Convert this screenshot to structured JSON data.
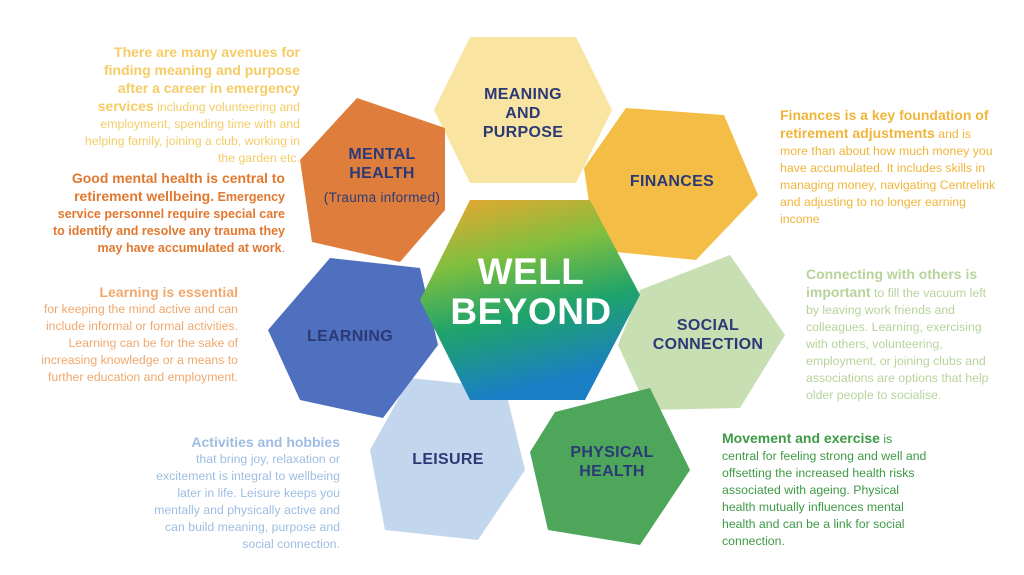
{
  "center": {
    "line1": "WELL",
    "line2": "BEYOND"
  },
  "petals": {
    "meaning": {
      "line1": "MEANING",
      "line2": "AND",
      "line3": "PURPOSE",
      "color": "#f9e4a2"
    },
    "finances": {
      "line1": "FINANCES",
      "color": "#f4bd46"
    },
    "social": {
      "line1": "SOCIAL",
      "line2": "CONNECTION",
      "color": "#c8deb3"
    },
    "physical": {
      "line1": "PHYSICAL",
      "line2": "HEALTH",
      "color": "#4ea65a"
    },
    "leisure": {
      "line1": "LEISURE",
      "color": "#c2d6ed"
    },
    "learning": {
      "line1": "LEARNING",
      "color": "#4f6fbf"
    },
    "mental": {
      "line1": "MENTAL",
      "line2": "HEALTH",
      "sub": "(Trauma informed)",
      "color": "#df7e3c"
    }
  },
  "descriptions": {
    "meaning": {
      "bold": "There are many avenues for finding meaning and purpose after a career in emergency services",
      "rest": " including volunteering and employment, spending time with and helping family, joining a club, working in the garden etc.",
      "color": "#f5cc66"
    },
    "mental": {
      "bold": "Good mental health is central to retirement wellbeing.",
      "bold2": " Emergency service personnel require special care to identify and resolve any trauma they may have accumulated at work",
      "rest": ".",
      "color": "#e2782f"
    },
    "learning": {
      "bold": "Learning is essential",
      "rest": "for keeping the mind active and can include informal or formal activities. Learning can be for the sake of increasing knowledge or a means to further education and employment.",
      "color": "#f0a86c"
    },
    "leisure": {
      "bold": "Activities and hobbies",
      "rest": "that bring joy, relaxation or excitement is integral to wellbeing later in life. Leisure keeps you mentally and physically active and can build meaning, purpose and social connection.",
      "color": "#9dbde3"
    },
    "finances": {
      "bold": "Finances is a key foundation of retirement adjustments",
      "rest": " and is more than about how much money you have accumulated. It includes skills in managing money, navigating Centrelink and adjusting to no longer earning income",
      "color": "#f0b53a"
    },
    "social": {
      "bold": "Connecting with others is important",
      "rest": " to fill the vacuum left by leaving work friends and colleagues. Learning, exercising with others, volunteering, employment, or joining clubs and associations are options that help older people to socialise.",
      "color": "#b7d39a"
    },
    "physical": {
      "bold": "Movement and exercise",
      "rest": " is central for feeling strong and well and offsetting the increased health risks associated with ageing. Physical health mutually influences mental health and can be a link for social connection.",
      "color": "#3e9a45"
    }
  }
}
